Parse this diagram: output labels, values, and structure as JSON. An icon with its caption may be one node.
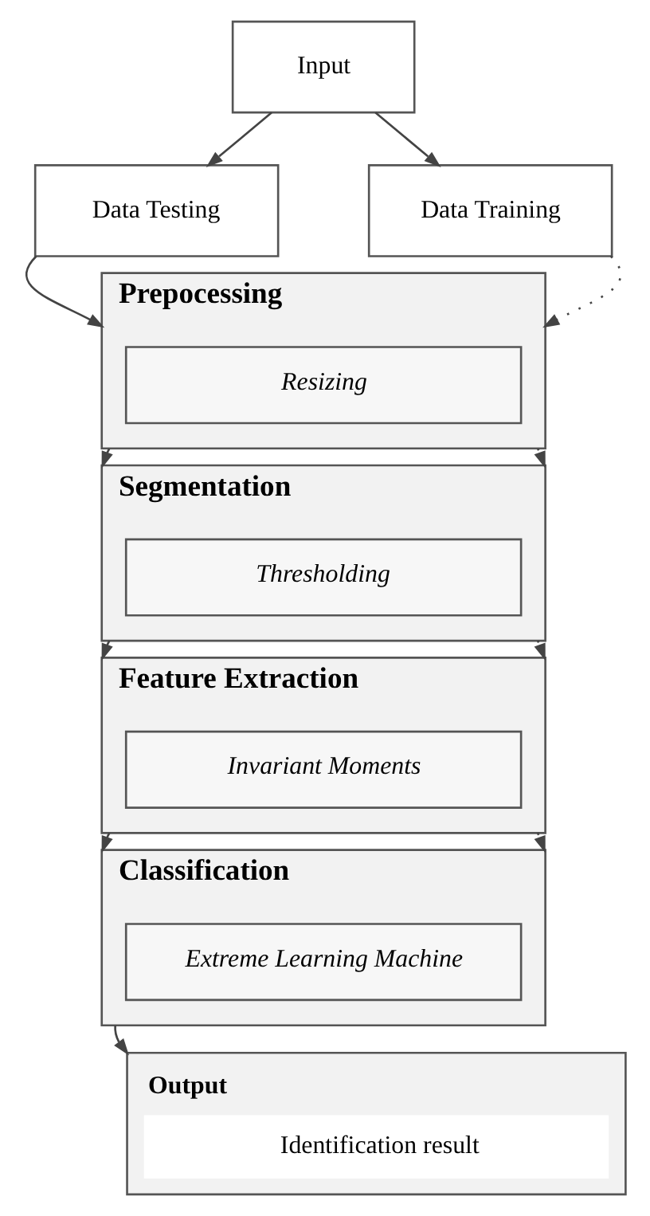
{
  "diagram": {
    "nodes": [
      {
        "text": [
          "Input"
        ]
      },
      {
        "text": [
          "Data Testing"
        ]
      },
      {
        "text": [
          "Data Training"
        ]
      },
      {
        "text": [
          "Prepocessing"
        ]
      },
      {
        "text": [
          "Resizing"
        ],
        "in": 3
      },
      {
        "text": [
          "Segmentation"
        ]
      },
      {
        "text": [
          "Thresholding"
        ],
        "in": 5
      },
      {
        "text": [
          "Feature Extraction"
        ]
      },
      {
        "text": [
          "Invariant Moments"
        ],
        "in": 7
      },
      {
        "text": [
          "Classification"
        ]
      },
      {
        "text": [
          "Extreme Learning Machine"
        ],
        "in": 9
      },
      {
        "text": [
          "Output",
          "Identification result"
        ]
      }
    ],
    "edges": [
      {
        "from": 0,
        "to": 1,
        "arrow": "to"
      },
      {
        "from": 0,
        "to": 2,
        "arrow": "to"
      },
      {
        "from": 1,
        "to": 3,
        "arrow": "to"
      },
      {
        "from": 2,
        "to": 3,
        "arrow": "to",
        "style": "dashed"
      },
      {
        "from": 3,
        "to": 5,
        "arrow": "to"
      },
      {
        "from": 3,
        "to": 5,
        "arrow": "to",
        "style": "dashed"
      },
      {
        "from": 5,
        "to": 7,
        "arrow": "to"
      },
      {
        "from": 5,
        "to": 7,
        "arrow": "to",
        "style": "dashed"
      },
      {
        "from": 7,
        "to": 9,
        "arrow": "to"
      },
      {
        "from": 7,
        "to": 9,
        "arrow": "to",
        "style": "dashed"
      },
      {
        "from": 9,
        "to": 11,
        "arrow": "to"
      }
    ]
  }
}
